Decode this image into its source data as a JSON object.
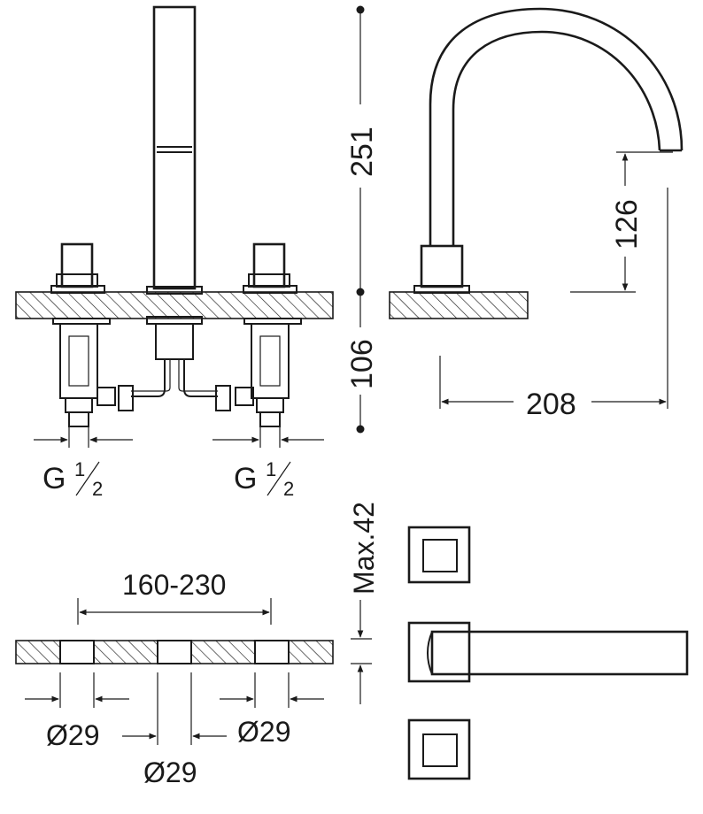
{
  "dimensions": {
    "spout_height": "251",
    "below_deck": "106",
    "spout_outlet_height": "126",
    "spout_reach": "208",
    "max_deck_thickness": "Max.42",
    "spread": "160-230",
    "hole_left": "Ø29",
    "hole_right": "Ø29",
    "hole_center": "Ø29"
  },
  "connections": {
    "left": {
      "letter": "G",
      "num": "1",
      "den": "2"
    },
    "right": {
      "letter": "G",
      "num": "1",
      "den": "2"
    }
  },
  "colors": {
    "line": "#1a1a1a",
    "background": "#ffffff"
  }
}
